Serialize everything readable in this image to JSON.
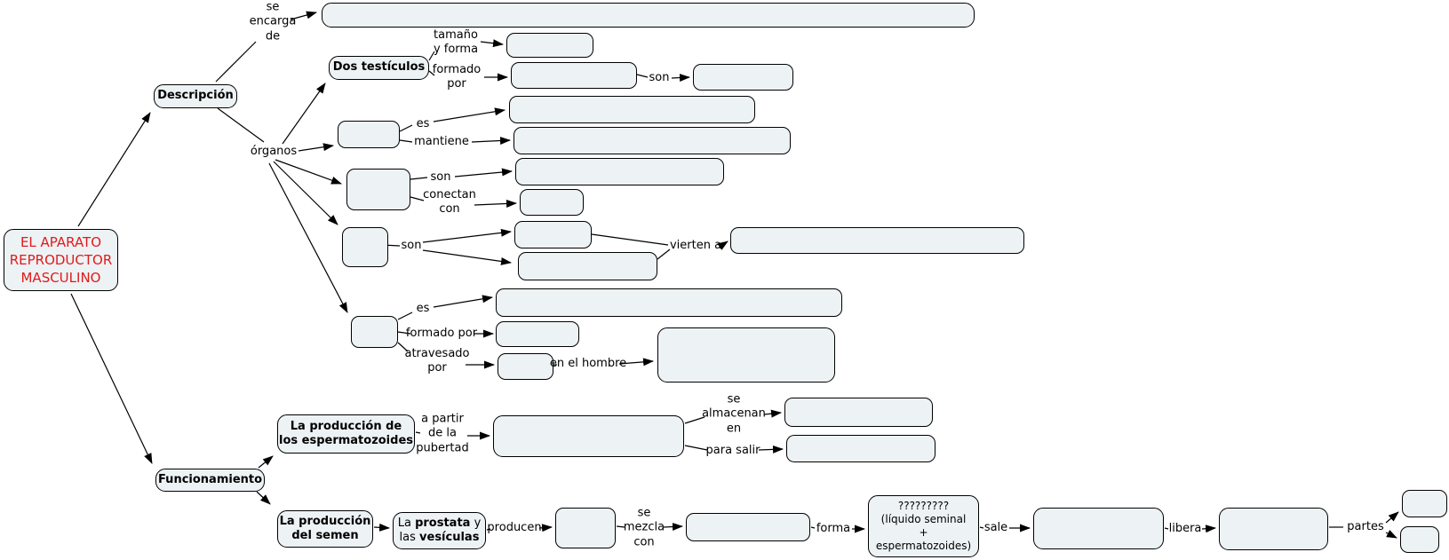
{
  "colors": {
    "background": "#ffffff",
    "node_fill": "#edf2f4",
    "node_border": "#000000",
    "root_text": "#e01b1b",
    "line": "#000000"
  },
  "nodes": {
    "root": "EL APARATO\nREPRODUCTOR\nMASCULINO",
    "descripcion": "Descripción",
    "dos_testiculos": "Dos testículos",
    "funcionamiento": "Funcionamiento",
    "prod_espermatozoides": "La producción de\nlos espermatozoides",
    "prod_semen": "La producción\ndel semen",
    "prostata": {
      "p1": "La ",
      "b1": "prostata",
      "p2": " y\nlas ",
      "b2": "vesículas"
    },
    "liquido": "?????????\n(líquido seminal\n+\nespermatozoides)"
  },
  "link_labels": {
    "se_encarga_de": "se\nencarga\nde",
    "organos": "órganos",
    "tamano_y_forma": "tamaño\ny forma",
    "formado_por_1": "formado\npor",
    "son_1": "son",
    "es_1": "es",
    "mantiene": "mantiene",
    "son_2": "son",
    "conectan_con": "conectan\ncon",
    "son_3": "son",
    "vierten_a": "vierten a",
    "es_2": "es",
    "formado_por_2": "formado por",
    "atravesado_por": "atravesado\npor",
    "en_el_hombre": "en el hombre",
    "a_partir": "a partir\nde la\npubertad",
    "se_almacenan_en": "se\nalmacenan\nen",
    "para_salir": "para salir",
    "producen": "producen",
    "se_mezcla_con": "se\nmezcla\ncon",
    "forma": "forma",
    "sale": "sale",
    "libera": "libera",
    "partes": "partes"
  }
}
